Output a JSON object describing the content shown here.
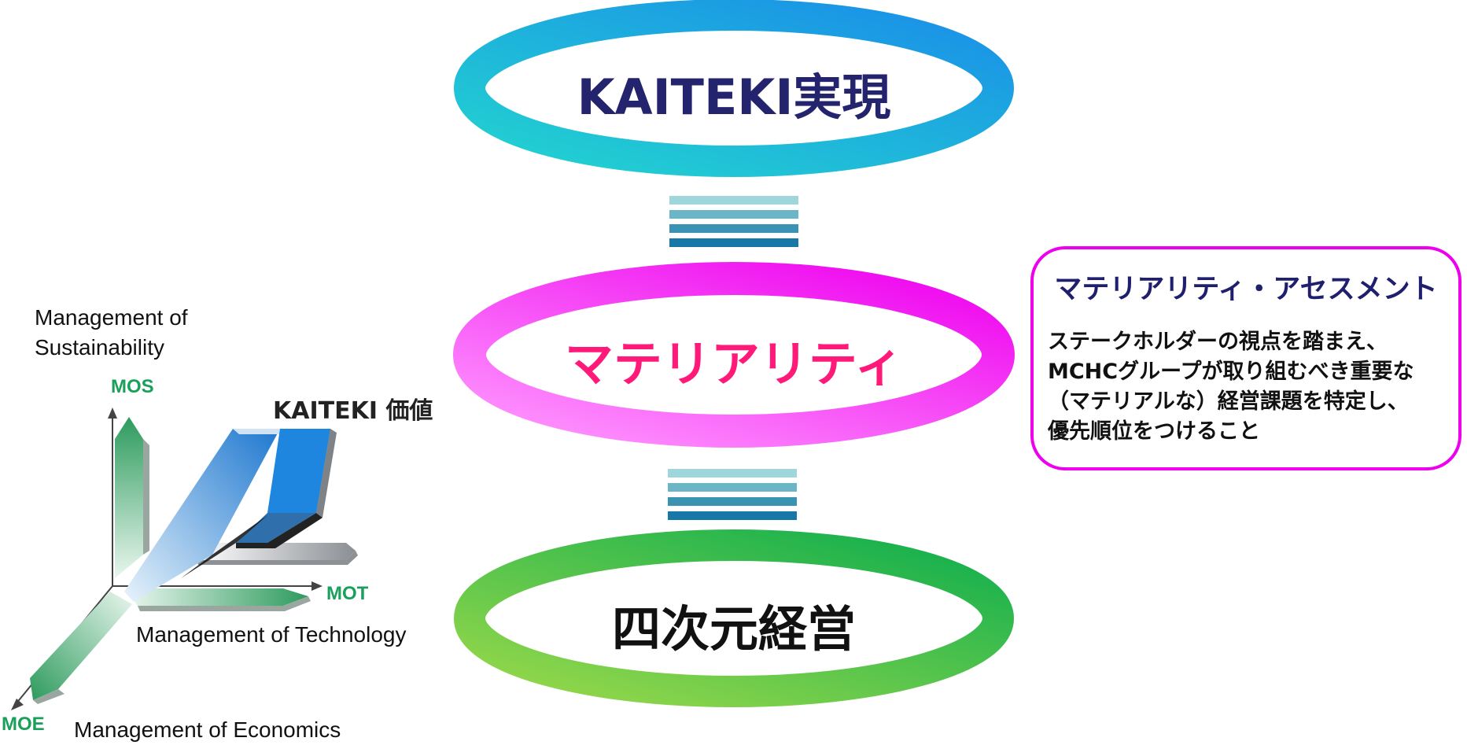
{
  "rings": {
    "top": {
      "label": "KAITEKI実現",
      "label_color": "#24246e",
      "gradient": [
        "#22d3d0",
        "#1a8fe8"
      ]
    },
    "middle": {
      "label": "マテリアリティ",
      "label_color": "#ff1a7a",
      "gradient": [
        "#ff99ff",
        "#ee00ee"
      ]
    },
    "bottom": {
      "label": "四次元経営",
      "label_color": "#111111",
      "gradient": [
        "#9ad94a",
        "#0fae4e"
      ]
    }
  },
  "equals_bar_colors": [
    "#9fd6dc",
    "#6ab6c6",
    "#3a93b3",
    "#1777a6"
  ],
  "assessment": {
    "title": "マテリアリティ・アセスメント",
    "lines": [
      "ステークホルダーの視点を踏まえ、",
      "MCHCグループが取り組むべき重要な",
      "（マテリアルな）経営課題を特定し、",
      "優先順位をつけること"
    ],
    "border_color": "#ee00ee"
  },
  "axes_diagram": {
    "sustainability_label_line1": "Management of",
    "sustainability_label_line2": "Sustainability",
    "mos": "MOS",
    "kaiteki_value": "KAITEKI 価値",
    "mot": "MOT",
    "technology_label": "Management of Technology",
    "moe": "MOE",
    "economics_label": "Management of Economics"
  }
}
